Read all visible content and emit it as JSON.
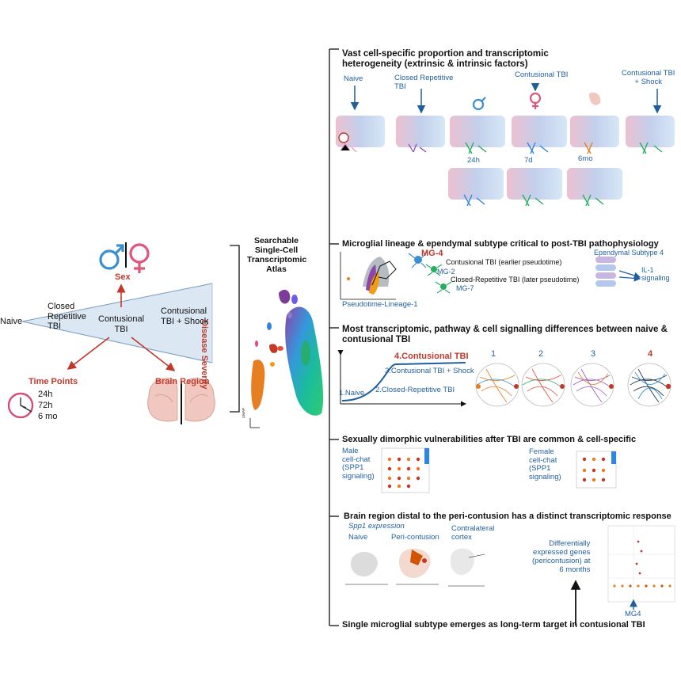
{
  "left": {
    "sex_label": "Sex",
    "severity_label": "Disease Severity",
    "naive": "Naive",
    "closed": "Closed\nRepetitive\nTBI",
    "contusional": "Contusional\nTBI",
    "shock": "Contusional\nTBI + Shock",
    "time_points_label": "Time Points",
    "time_points": [
      "24h",
      "72h",
      "6 mo"
    ],
    "brain_region_label": "Brain Region"
  },
  "atlas": {
    "title": "Searchable\nSingle-Cell\nTranscriptomic\nAtlas",
    "umap_label": "UMAP"
  },
  "sections": {
    "s1": {
      "title": "Vast cell-specific proportion and transcriptomic\nheterogeneity (extrinsic & intrinsic factors)",
      "naive": "Naive",
      "closed": "Closed Repetitive\nTBI",
      "contusional": "Contusional TBI",
      "shock": "Contusional TBI\n+ Shock",
      "t1": "24h",
      "t2": "7d",
      "t3": "6mo"
    },
    "s2": {
      "title": "Microglial lineage & ependymal subtype critical to post-TBI pathophysiology",
      "lineage": "Pseudotime-Lineage-1",
      "mg4": "MG-4",
      "mg2": "MG-2",
      "mg7": "MG-7",
      "cont_note": "Contusional TBI (earlier pseudotime)",
      "closed_note": "Closed-Repetitive TBI (later pseudotime)",
      "ependymal": "Ependymal Subtype 4",
      "il1": "IL-1\nsignaling"
    },
    "s3": {
      "title": "Most transcriptomic, pathway & cell signalling differences between naive &\ncontusional TBI",
      "c4": "4.Contusional TBI",
      "c3": "3.Contusional TBI + Shock",
      "c2": "2.Closed-Repetitive TBI",
      "c1": "1.Naive",
      "n1": "1",
      "n2": "2",
      "n3": "3",
      "n4": "4"
    },
    "s4": {
      "title": "Sexually dimorphic vulnerabilities after TBI are common & cell-specific",
      "male": "Male\ncell-chat\n(SPP1\nsignaling)",
      "female": "Female\ncell-chat\n(SPP1\nsignaling)"
    },
    "s5": {
      "title": "Brain region distal to the peri-contusion has a distinct transcriptomic response",
      "spp1": "Spp1 expression",
      "naive": "Naive",
      "peri": "Peri-contusion",
      "contra": "Contralateral\ncortex",
      "deg": "Differentially\nexpressed genes\n(pericontusion) at\n6 months",
      "mg4": "MG4"
    },
    "s6": {
      "title": "Single microglial subtype emerges as long-term target in contusional TBI"
    }
  },
  "colors": {
    "accent_red": "#c0392b",
    "accent_blue": "#1f5f9e",
    "male_blue": "#3b8fd0",
    "female_pink": "#e0557a",
    "wedge": "#dbe7f2"
  }
}
